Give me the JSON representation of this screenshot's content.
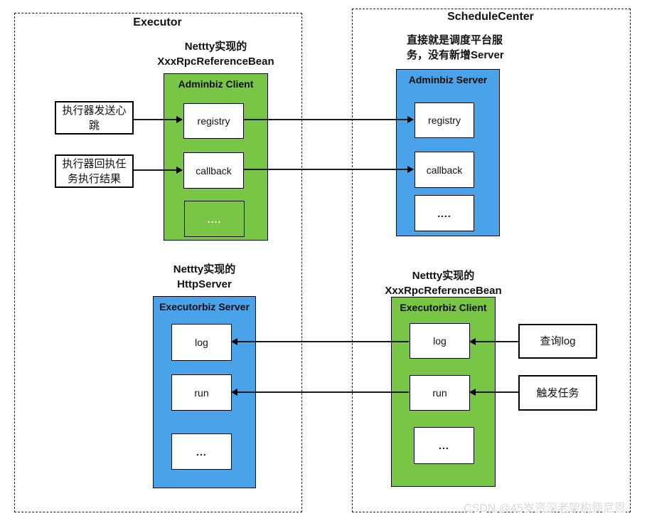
{
  "diagram": {
    "executor": {
      "title": "Executor",
      "rpc_annotation": [
        "Nettty实现的",
        "XxxRpcReferenceBean"
      ],
      "adminbiz_client": {
        "header": "Adminbiz Client",
        "items": [
          "registry",
          "callback",
          "...."
        ]
      },
      "heartbeat_label": [
        "执行器发送心",
        "跳"
      ],
      "callback_result_label": [
        "执行器回执任",
        "务执行结果"
      ],
      "http_annotation": [
        "Nettty实现的",
        "HttpServer"
      ],
      "executorbiz_server": {
        "header": "Executorbiz Server",
        "items": [
          "log",
          "run",
          "..."
        ]
      }
    },
    "schedule_center": {
      "title": "ScheduleCenter",
      "note": [
        "直接就是调度平台服",
        "务，没有新增Server"
      ],
      "adminbiz_server": {
        "header": "Adminbiz Server",
        "items": [
          "registry",
          "callback",
          "...."
        ]
      },
      "rpc_annotation": [
        "Nettty实现的",
        "XxxRpcReferenceBean"
      ],
      "executorbiz_client": {
        "header": "Executorbiz Client",
        "items": [
          "log",
          "run",
          "..."
        ]
      },
      "query_log_label": "查询log",
      "trigger_task_label": "触发任务"
    },
    "watermark": "CSDN @45岁资深老架构师尼恩",
    "colors": {
      "green": "#79C545",
      "blue": "#4AA2E8"
    }
  }
}
